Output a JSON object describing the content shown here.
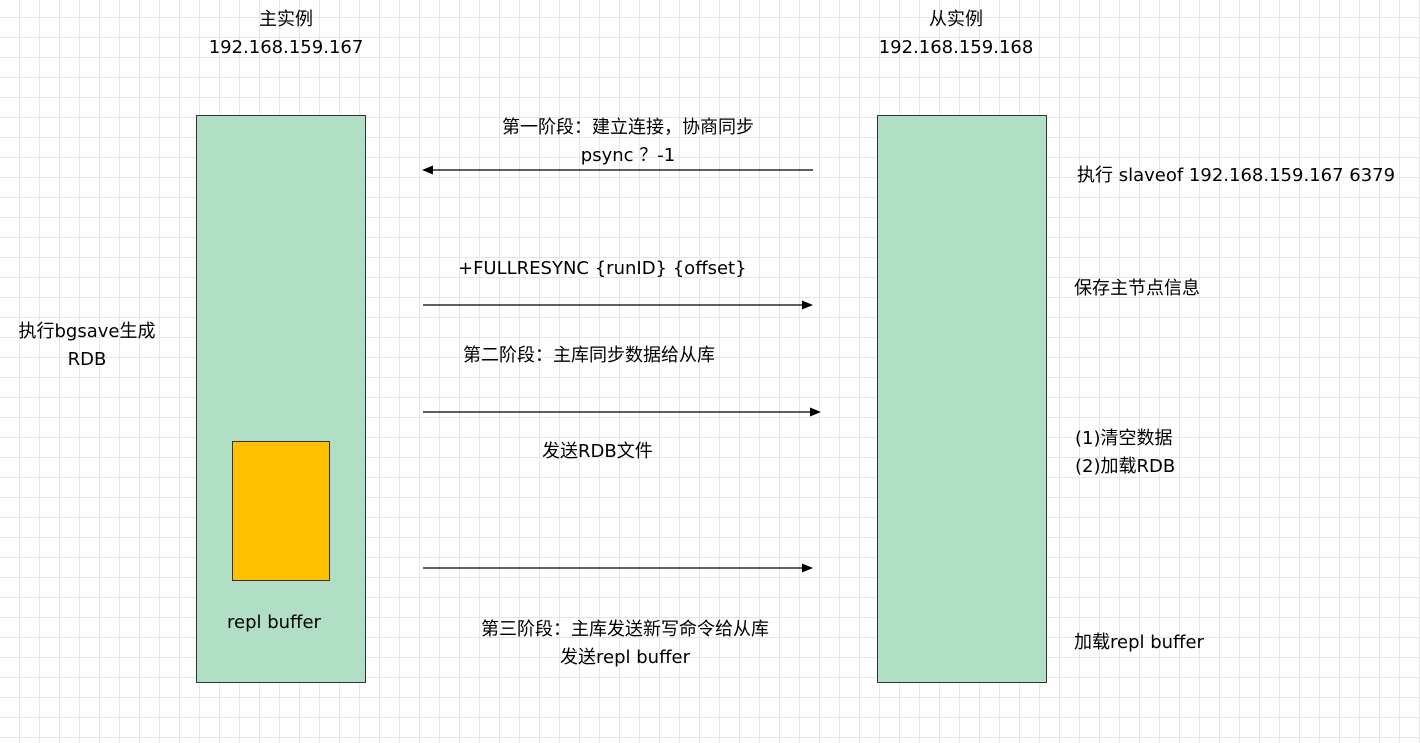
{
  "colors": {
    "instance_fill": "#b0dfc6",
    "buffer_fill": "#ffc000",
    "line": "#000000"
  },
  "master": {
    "title": "主实例",
    "ip": "192.168.159.167",
    "buffer_label": "repl buffer",
    "side_note_line1": "执行bgsave生成",
    "side_note_line2": "RDB"
  },
  "slave": {
    "title": "从实例",
    "ip": "192.168.159.168",
    "step_slaveof": "执行 slaveof 192.168.159.167 6379",
    "step_save_master": "保存主节点信息",
    "step_clear": "(1)清空数据",
    "step_load_rdb": "(2)加载RDB",
    "step_load_buffer": "加载repl buffer"
  },
  "messages": {
    "phase1_title": "第一阶段：建立连接，协商同步",
    "psync": "psync ？-1",
    "fullresync": "+FULLRESYNC {runID}  {offset}",
    "phase2_title": "第二阶段：主库同步数据给从库",
    "send_rdb": "发送RDB文件",
    "phase3_title": "第三阶段：主库发送新写命令给从库",
    "send_buffer": "发送repl buffer"
  }
}
